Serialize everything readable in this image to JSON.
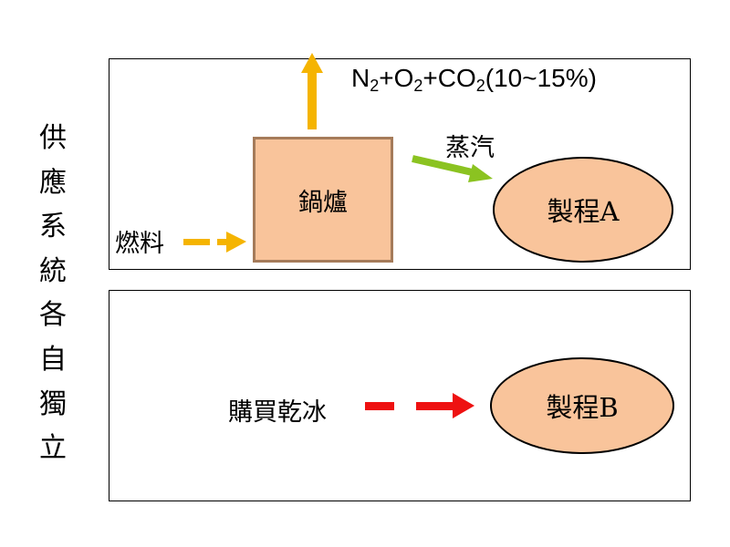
{
  "side_title": [
    "供",
    "應",
    "系",
    "統",
    "各",
    "自",
    "獨",
    "立"
  ],
  "top_panel": {
    "boiler_label": "鍋爐",
    "fuel_label": "燃料",
    "steam_label": "蒸汽",
    "process_a_label": "製程A",
    "exhaust": {
      "n": "N",
      "n_sub": "2",
      "plus1": "+",
      "o": "O",
      "o_sub": "2",
      "plus2": "+",
      "co": "CO",
      "co_sub": "2",
      "tail": "(10~15%)"
    }
  },
  "bottom_panel": {
    "dry_ice_label": "購買乾冰",
    "process_b_label": "製程B"
  },
  "colors": {
    "node_fill": "#f9c49b",
    "boiler_border": "#a57b5a",
    "fuel_arrow": "#f5b400",
    "exhaust_arrow": "#f5b400",
    "steam_arrow": "#8bc321",
    "dry_ice_arrow": "#ee1111"
  }
}
